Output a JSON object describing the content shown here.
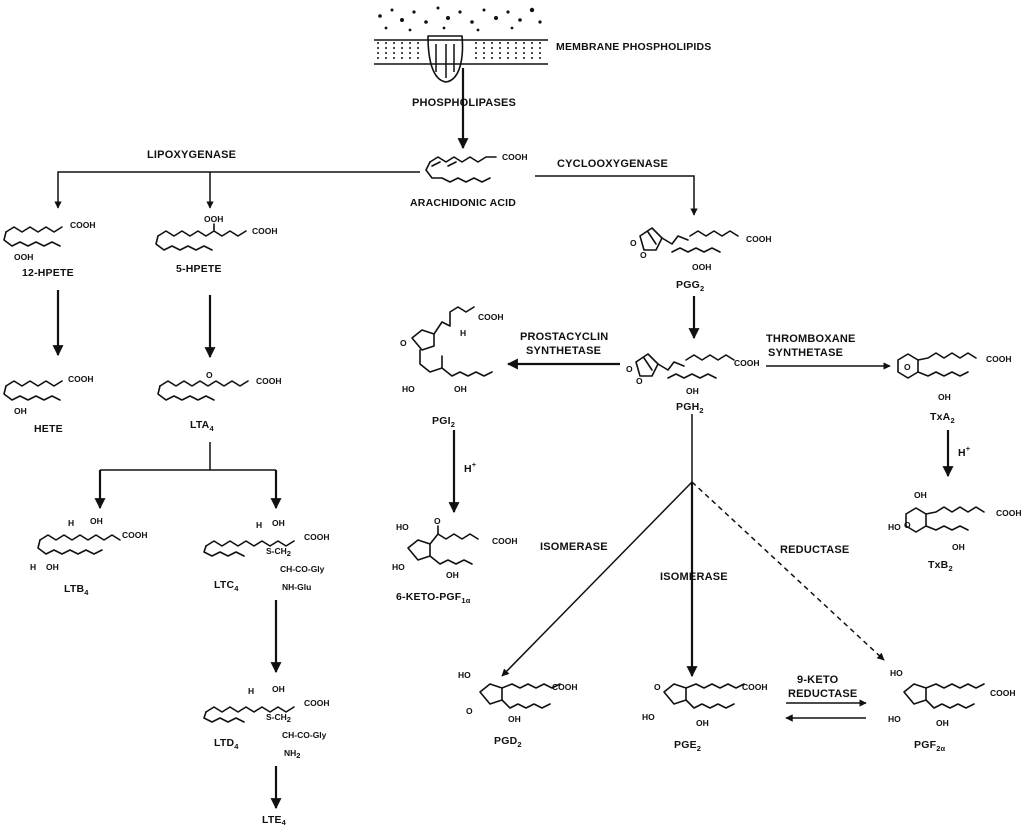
{
  "membrane": {
    "label": "MEMBRANE PHOSPHOLIPIDS"
  },
  "enzymes": {
    "phospholipases": "PHOSPHOLIPASES",
    "lipoxygenase": "LIPOXYGENASE",
    "cyclooxygenase": "CYCLOOXYGENASE",
    "prostacyclin_1": "PROSTACYCLIN",
    "prostacyclin_2": "SYNTHETASE",
    "thromboxane_1": "THROMBOXANE",
    "thromboxane_2": "SYNTHETASE",
    "isomerase_left": "ISOMERASE",
    "isomerase_center": "ISOMERASE",
    "reductase": "REDUCTASE",
    "keto_reductase_1": "9-KETO",
    "keto_reductase_2": "REDUCTASE"
  },
  "molecules": {
    "arachidonic": "ARACHIDONIC ACID",
    "hpete12": "12-HPETE",
    "hpete5": "5-HPETE",
    "hete": "HETE",
    "lta4": "LTA",
    "ltb4": "LTB",
    "ltc4": "LTC",
    "ltd4": "LTD",
    "lte4": "LTE",
    "pgg2": "PGG",
    "pgh2": "PGH",
    "pgi2": "PGI",
    "keto_pgf": "6-KETO-PGF",
    "txa2": "TxA",
    "txb2": "TxB",
    "pgd2": "PGD",
    "pge2": "PGE",
    "pgf2a": "PGF"
  },
  "subscripts": {
    "four": "4",
    "two": "2",
    "one_alpha": "1α",
    "two_alpha": "2α"
  },
  "atoms": {
    "cooh": "COOH",
    "ooh": "OOH",
    "oh": "OH",
    "h": "H",
    "o": "O",
    "ho": "HO",
    "h_plus": "H",
    "plus": "+",
    "s_ch2": "S-CH",
    "ch_co_gly": "CH-CO-Gly",
    "nh_glu": "NH-Glu",
    "nh2": "NH"
  }
}
